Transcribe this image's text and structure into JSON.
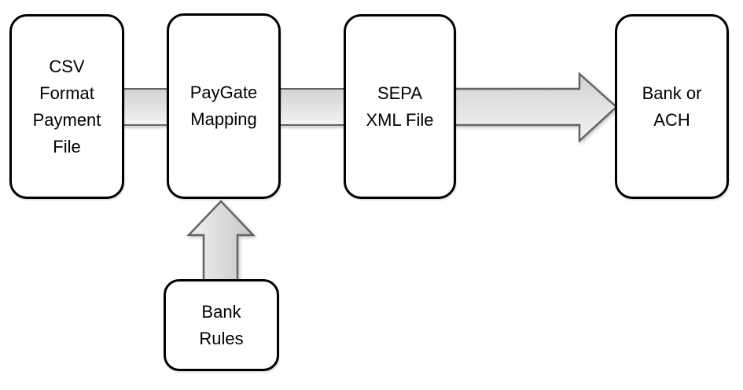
{
  "diagram": {
    "nodes": [
      {
        "id": "csv-file",
        "label": "CSV\nFormat\nPayment\nFile"
      },
      {
        "id": "paygate-mapping",
        "label": "PayGate\nMapping"
      },
      {
        "id": "sepa-xml-file",
        "label": "SEPA\nXML File"
      },
      {
        "id": "bank-or-ach",
        "label": "Bank or\nACH"
      },
      {
        "id": "bank-rules",
        "label": "Bank\nRules"
      }
    ],
    "connectors": [
      {
        "id": "csv-to-paygate",
        "from": "CSV Format Payment File",
        "to": "PayGate Mapping",
        "direction": "right"
      },
      {
        "id": "paygate-to-sepa",
        "from": "PayGate Mapping",
        "to": "SEPA XML File",
        "direction": "right"
      },
      {
        "id": "sepa-to-bank",
        "from": "SEPA XML File",
        "to": "Bank or ACH",
        "direction": "right"
      },
      {
        "id": "rules-to-paygate",
        "from": "Bank Rules",
        "to": "PayGate Mapping",
        "direction": "up"
      }
    ],
    "colors": {
      "node_border": "#000000",
      "node_fill": "#ffffff",
      "text": "#000000",
      "arrow_outline": "#646464",
      "arrow_light": "#f3f3f3",
      "arrow_dark": "#d2d2d2",
      "arrow_darker": "#c4c4c4"
    }
  }
}
